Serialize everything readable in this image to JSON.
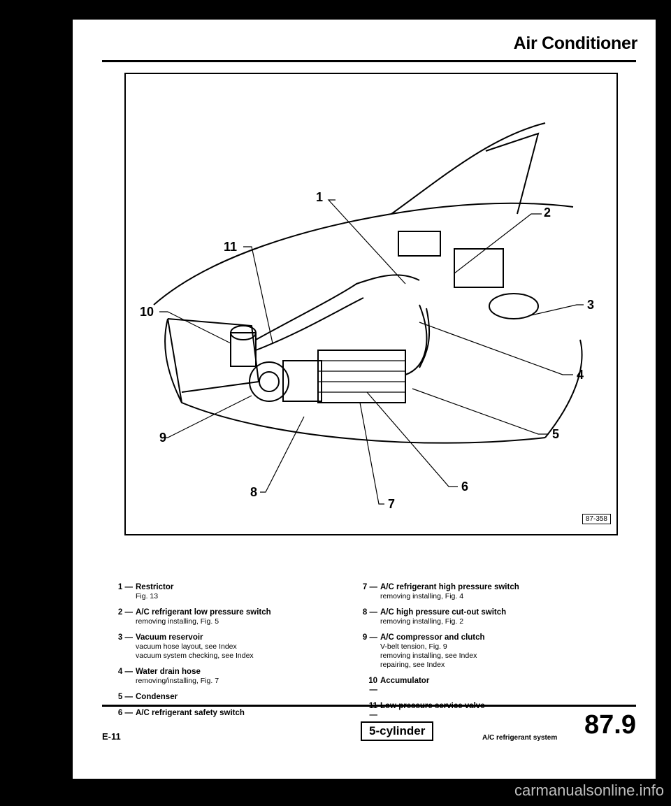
{
  "header": {
    "title": "Air Conditioner"
  },
  "figure": {
    "ref": "87-358",
    "callouts": [
      "1",
      "2",
      "3",
      "4",
      "5",
      "6",
      "7",
      "8",
      "9",
      "10",
      "11"
    ]
  },
  "legend": {
    "items": [
      {
        "num": "1 —",
        "title": "Restrictor",
        "sub": [
          "Fig. 13"
        ]
      },
      {
        "num": "2 —",
        "title": "A/C refrigerant low pressure switch",
        "sub": [
          "removing installing, Fig. 5"
        ]
      },
      {
        "num": "3 —",
        "title": "Vacuum reservoir",
        "sub": [
          "vacuum hose layout, see Index",
          "vacuum system checking, see Index"
        ]
      },
      {
        "num": "4 —",
        "title": "Water drain hose",
        "sub": [
          "removing/installing, Fig. 7"
        ]
      },
      {
        "num": "5 —",
        "title": "Condenser",
        "sub": []
      },
      {
        "num": "6 —",
        "title": "A/C refrigerant safety switch",
        "sub": []
      },
      {
        "num": "7 —",
        "title": "A/C refrigerant high pressure switch",
        "sub": [
          "removing installing, Fig. 4"
        ]
      },
      {
        "num": "8 —",
        "title": "A/C high pressure cut-out switch",
        "sub": [
          "removing installing, Fig. 2"
        ]
      },
      {
        "num": "9 —",
        "title": "A/C compressor and clutch",
        "sub": [
          "V-belt tension, Fig. 9",
          "removing installing, see Index",
          "repairing, see Index"
        ]
      },
      {
        "num": "10 —",
        "title": "Accumulator",
        "sub": []
      },
      {
        "num": "11 —",
        "title": "Low pressure service valve",
        "sub": []
      }
    ]
  },
  "footer": {
    "left": "E-11",
    "engine": "5-cylinder",
    "caption": "A/C refrigerant system",
    "page": "87.9"
  },
  "watermark": "carmanualsonline.info"
}
